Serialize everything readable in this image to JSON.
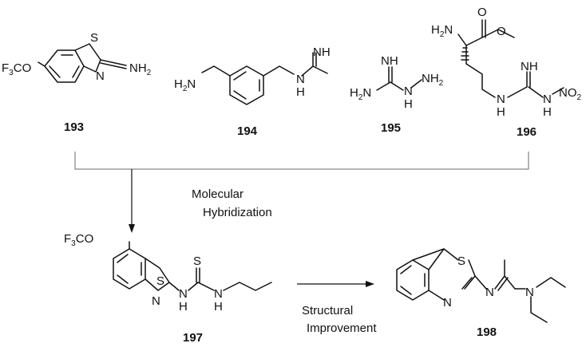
{
  "compounds": {
    "c193": {
      "label": "193",
      "atoms": {
        "f3": "F",
        "f3_sub": "3",
        "f3_co": "CO",
        "s": "S",
        "n": "N",
        "nh": "NH",
        "nh_sub": "2"
      }
    },
    "c194": {
      "label": "194",
      "atoms": {
        "h2n": "H",
        "h2n_sub": "2",
        "h2n_n": "N",
        "nh_imine": "NH",
        "n_amine": "N",
        "h_amine": "H"
      }
    },
    "c195": {
      "label": "195",
      "atoms": {
        "nh_imine": "NH",
        "h2n": "H",
        "h2n_sub": "2",
        "h2n_n": "N",
        "n_mid": "N",
        "h_mid": "H",
        "nh2": "NH",
        "nh2_sub": "2"
      }
    },
    "c196": {
      "label": "196",
      "atoms": {
        "h2n": "H",
        "h2n_sub": "2",
        "h2n_n": "N",
        "o_carbonyl": "O",
        "o_ester": "O",
        "nh_imine": "NH",
        "n_left": "N",
        "h_left": "H",
        "n_right": "N",
        "h_right": "H",
        "no2": "NO",
        "no2_sub": "2"
      }
    },
    "c197": {
      "label": "197",
      "atoms": {
        "f3": "F",
        "f3_sub": "3",
        "f3_co": "CO",
        "s_ring": "S",
        "n_ring": "N",
        "s_thio": "S",
        "n_left": "N",
        "h_left": "H",
        "n_right": "N",
        "h_right": "H"
      }
    },
    "c198": {
      "label": "198",
      "atoms": {
        "s": "S",
        "n_ring": "N",
        "n_imine": "N",
        "n_amine": "N"
      }
    }
  },
  "captions": {
    "hybridization_line1": "Molecular",
    "hybridization_line2": "Hybridization",
    "improvement_line1": "Structural",
    "improvement_line2": "Improvement"
  }
}
